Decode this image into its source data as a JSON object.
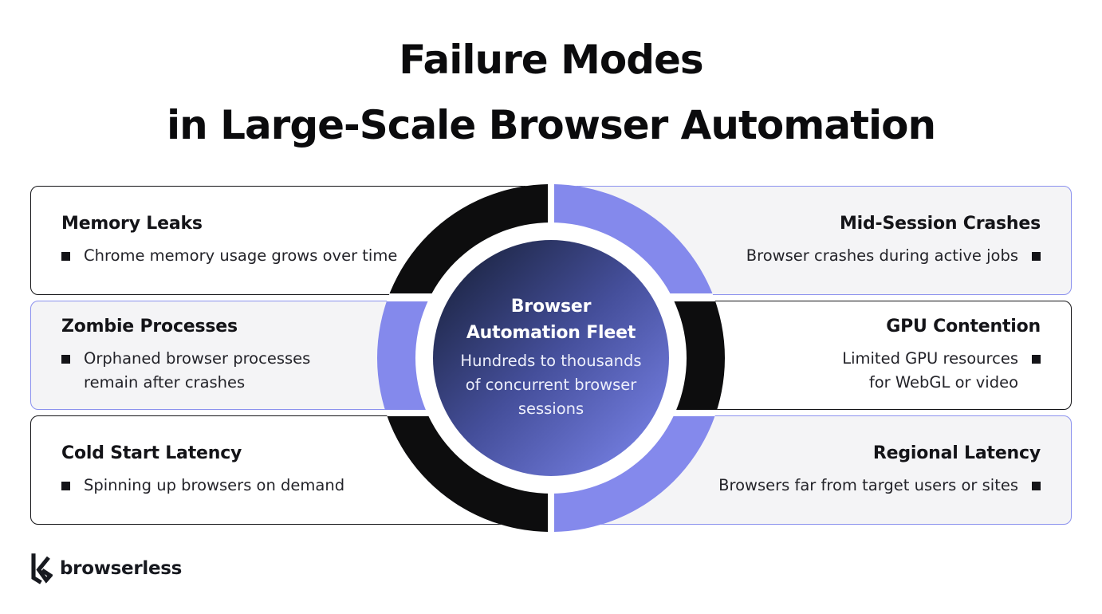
{
  "title": {
    "line1": "Failure Modes",
    "line2": "in Large-Scale Browser Automation"
  },
  "center": {
    "line1": "Browser",
    "line2": "Automation Fleet",
    "subtitle": "Hundreds to thousands of concurrent browser sessions"
  },
  "cards": {
    "left": [
      {
        "title": "Memory Leaks",
        "body": [
          "Chrome memory usage grows over time"
        ]
      },
      {
        "title": "Zombie Processes",
        "body": [
          "Orphaned browser processes",
          "remain after crashes"
        ]
      },
      {
        "title": "Cold Start Latency",
        "body": [
          "Spinning up browsers on demand"
        ]
      }
    ],
    "right": [
      {
        "title": "Mid-Session Crashes",
        "body": [
          "Browser crashes during active jobs"
        ]
      },
      {
        "title": "GPU Contention",
        "body": [
          "Limited GPU resources",
          "for WebGL or video"
        ]
      },
      {
        "title": "Regional Latency",
        "body": [
          "Browsers far from target users or sites"
        ]
      }
    ]
  },
  "logo": {
    "text": "browserless"
  },
  "colors": {
    "accent_purple": "#8489ec",
    "border_purple": "#8b91ee",
    "ink_black": "#0d0d0e",
    "card_gray": "#f4f4f6",
    "circle_gradient_start": "#222b50",
    "circle_gradient_end": "#6e78d8"
  }
}
